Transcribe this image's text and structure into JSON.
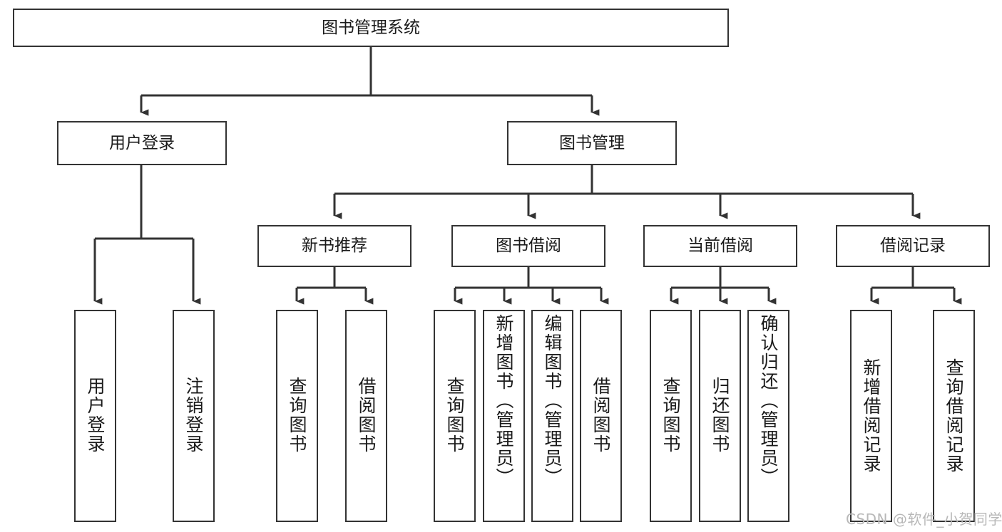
{
  "diagram": {
    "type": "tree",
    "title": "图书管理系统",
    "root": {
      "label": "图书管理系统"
    },
    "level2": [
      {
        "label": "用户登录"
      },
      {
        "label": "图书管理"
      }
    ],
    "level3": [
      {
        "label": "新书推荐"
      },
      {
        "label": "图书借阅"
      },
      {
        "label": "当前借阅"
      },
      {
        "label": "借阅记录"
      }
    ],
    "leaves": {
      "user_login": [
        {
          "label": "用户登录"
        },
        {
          "label": "注销登录"
        }
      ],
      "new_book_recommend": [
        {
          "label": "查询图书"
        },
        {
          "label": "借阅图书"
        }
      ],
      "book_borrow": [
        {
          "label": "查询图书"
        },
        {
          "label": "新增图书（管理员）"
        },
        {
          "label": "编辑图书（管理员）"
        },
        {
          "label": "借阅图书"
        }
      ],
      "current_borrow": [
        {
          "label": "查询图书"
        },
        {
          "label": "归还图书"
        },
        {
          "label": "确认归还（管理员）"
        }
      ],
      "borrow_record": [
        {
          "label": "新增借阅记录"
        },
        {
          "label": "查询借阅记录"
        }
      ]
    }
  },
  "watermark": {
    "text": "CSDN @软件_小贺同学"
  },
  "colors": {
    "stroke": "#333333",
    "background": "#ffffff",
    "text": "#1a1a1a",
    "watermark": "#b8b8b8"
  }
}
